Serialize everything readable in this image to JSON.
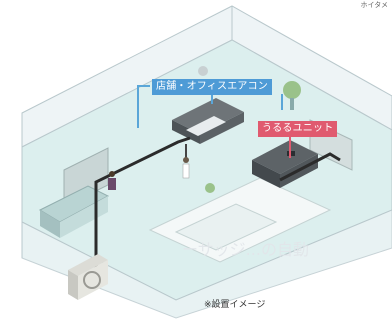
{
  "corner_text": "ホイタメ",
  "labels": {
    "aircon": "店舗・オフィスエアコン",
    "uruoi": "うるるユニット"
  },
  "caption": "※設置イメージ",
  "watermark": "ーサッジ...の自動",
  "colors": {
    "aircon_label_bg": "#4e9bd6",
    "uruoi_label_bg": "#e05a6f",
    "floor": "#dff0f0",
    "pipe": "#2b2b2b",
    "signal_line": "#5aa6d8"
  }
}
